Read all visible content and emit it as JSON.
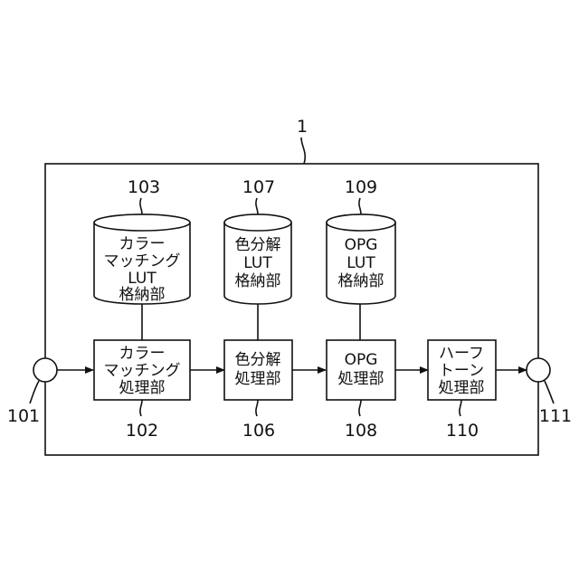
{
  "system_ref": "1",
  "input_terminal": {
    "ref": "101"
  },
  "output_terminal": {
    "ref": "111"
  },
  "blocks": [
    {
      "id": "color-matching-processor",
      "ref": "102",
      "lines": [
        "カラー",
        "マッチング",
        "処理部"
      ]
    },
    {
      "id": "color-separation-processor",
      "ref": "106",
      "lines": [
        "色分解",
        "処理部"
      ]
    },
    {
      "id": "opg-processor",
      "ref": "108",
      "lines": [
        "OPG",
        "処理部"
      ]
    },
    {
      "id": "halftone-processor",
      "ref": "110",
      "lines": [
        "ハーフ",
        "トーン",
        "処理部"
      ]
    }
  ],
  "storages": [
    {
      "id": "color-matching-lut-storage",
      "ref": "103",
      "lines": [
        "カラー",
        "マッチング",
        "LUT",
        "格納部"
      ]
    },
    {
      "id": "color-separation-lut-storage",
      "ref": "107",
      "lines": [
        "色分解",
        "LUT",
        "格納部"
      ]
    },
    {
      "id": "opg-lut-storage",
      "ref": "109",
      "lines": [
        "OPG",
        "LUT",
        "格納部"
      ]
    }
  ]
}
